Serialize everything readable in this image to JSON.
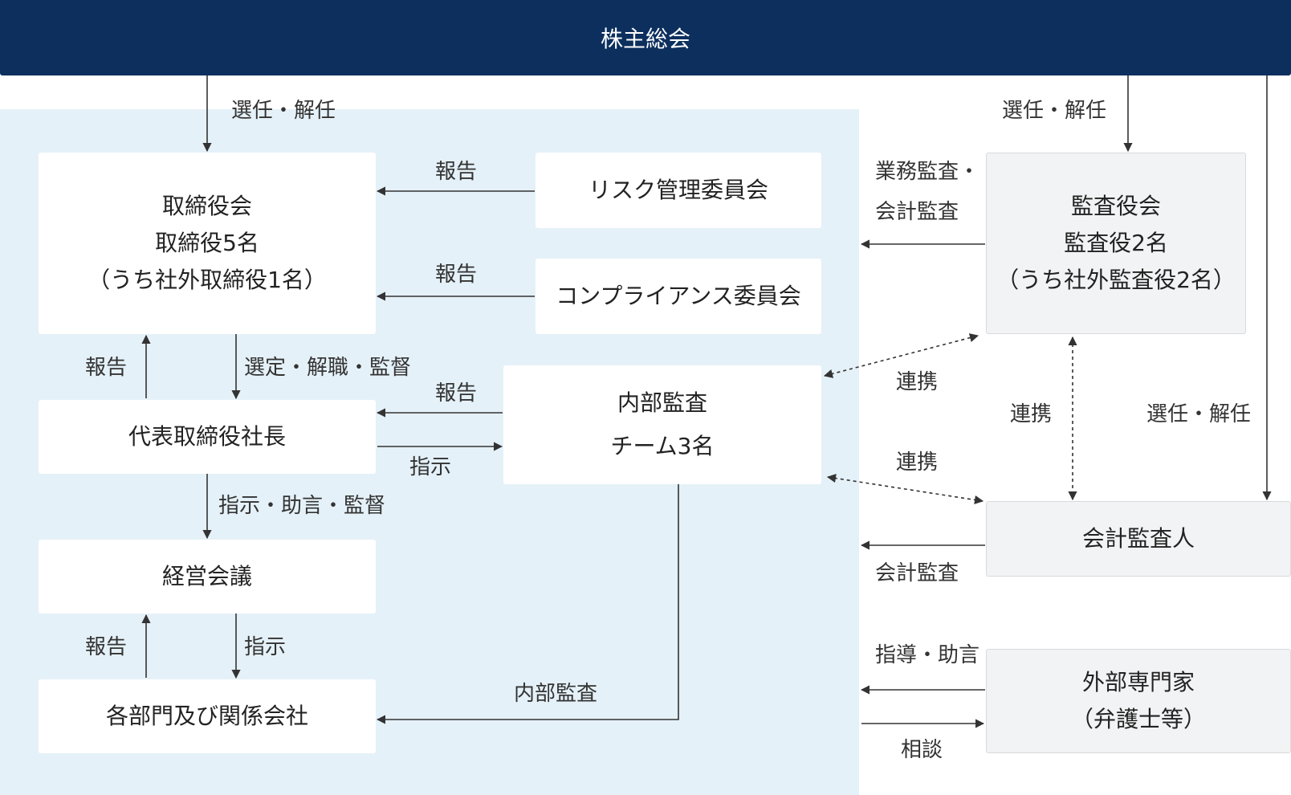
{
  "header": "株主総会",
  "boxes": {
    "board": [
      "取締役会",
      "取締役5名",
      "（うち社外取締役1名）"
    ],
    "risk": "リスク管理委員会",
    "compliance": "コンプライアンス委員会",
    "president": "代表取締役社長",
    "internal_audit": [
      "内部監査",
      "チーム3名"
    ],
    "management_meeting": "経営会議",
    "departments": "各部門及び関係会社",
    "auditors": [
      "監査役会",
      "監査役2名",
      "（うち社外監査役2名）"
    ],
    "accounting_auditor": "会計監査人",
    "external_experts": [
      "外部専門家",
      "（弁護士等）"
    ]
  },
  "labels": {
    "elect_left": "選任・解任",
    "elect_right": "選任・解任",
    "elect_accounting": "選任・解任",
    "report_risk": "報告",
    "report_compliance": "報告",
    "report_president": "報告",
    "select_dismiss": "選定・解職・監督",
    "report_internal": "報告",
    "instruct_internal": "指示",
    "instruct_advise": "指示・助言・監督",
    "report_dept": "報告",
    "instruct_dept": "指示",
    "internal_audit_arrow": "内部監査",
    "business_audit_1": "業務監査・",
    "business_audit_2": "会計監査",
    "cooperate_1": "連携",
    "cooperate_2": "連携",
    "cooperate_3": "連携",
    "accounting_audit": "会計監査",
    "guidance": "指導・助言",
    "consult": "相談"
  }
}
